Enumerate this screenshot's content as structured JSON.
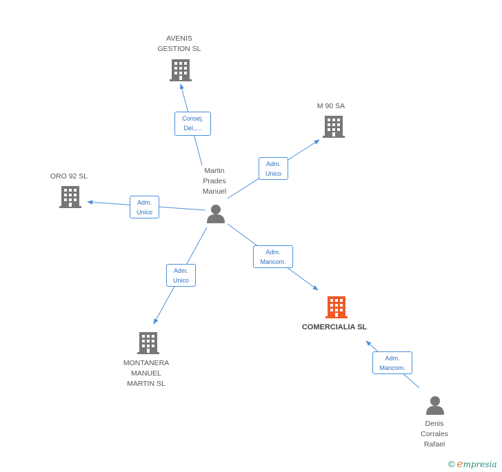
{
  "nodes": {
    "avenis": {
      "lines": [
        "AVENIS",
        "GESTION SL"
      ],
      "type": "company",
      "color": "#777777"
    },
    "m90": {
      "lines": [
        "M 90 SA"
      ],
      "type": "company",
      "color": "#777777"
    },
    "oro92": {
      "lines": [
        "ORO 92 SL"
      ],
      "type": "company",
      "color": "#777777"
    },
    "montanera": {
      "lines": [
        "MONTANERA",
        "MANUEL",
        "MARTIN SL"
      ],
      "type": "company",
      "color": "#777777"
    },
    "comercialia": {
      "lines": [
        "COMERCIALIA SL"
      ],
      "type": "company",
      "color": "#f05a28"
    },
    "martin": {
      "lines": [
        "Martin",
        "Prades",
        "Manuel"
      ],
      "type": "person",
      "color": "#777777"
    },
    "denis": {
      "lines": [
        "Denis",
        "Corrales",
        "Rafael"
      ],
      "type": "person",
      "color": "#777777"
    }
  },
  "edges": {
    "to_avenis": {
      "lines": [
        "Consej.",
        "Del.,..."
      ]
    },
    "to_m90": {
      "lines": [
        "Adm.",
        "Unico"
      ]
    },
    "to_oro92": {
      "lines": [
        "Adm.",
        "Unico"
      ]
    },
    "to_montanera": {
      "lines": [
        "Adm.",
        "Unico"
      ]
    },
    "to_comercialia": {
      "lines": [
        "Adm.",
        "Mancom."
      ]
    },
    "denis_to_comercialia": {
      "lines": [
        "Adm.",
        "Mancom."
      ]
    }
  },
  "colors": {
    "edge": "#4a8fd9",
    "icon": "#777777",
    "highlight": "#f05a28"
  },
  "footer": {
    "copyright": "©",
    "brand_initial": "e",
    "brand_rest": "mpresia"
  }
}
